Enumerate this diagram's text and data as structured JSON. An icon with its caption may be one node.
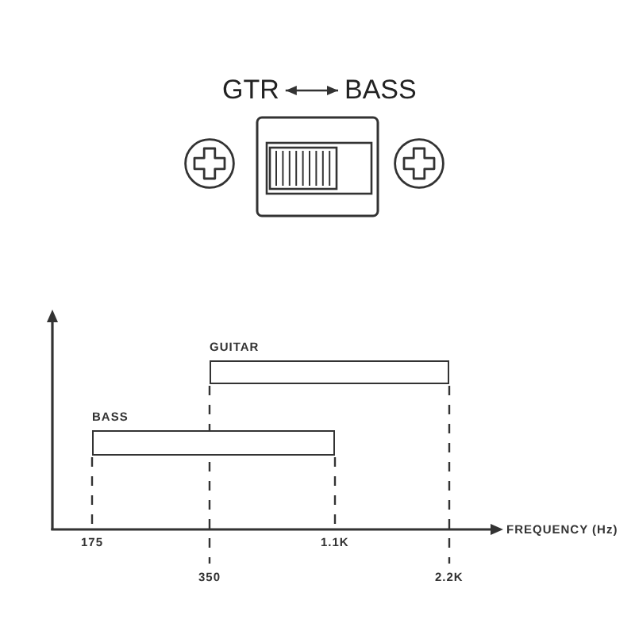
{
  "diagram": {
    "nodes": [
      {
        "text": [
          "GTR"
        ]
      },
      {
        "text": [
          "BASS"
        ]
      },
      {
        "text": [
          "GUITAR"
        ]
      },
      {
        "text": [
          "BASS"
        ]
      }
    ],
    "edges": [
      {
        "from": 0,
        "to": 1,
        "arrow": "both"
      }
    ],
    "labels": [
      "FREQUENCY (Hz)",
      "175",
      "1.1K",
      "350",
      "2.2K"
    ]
  }
}
